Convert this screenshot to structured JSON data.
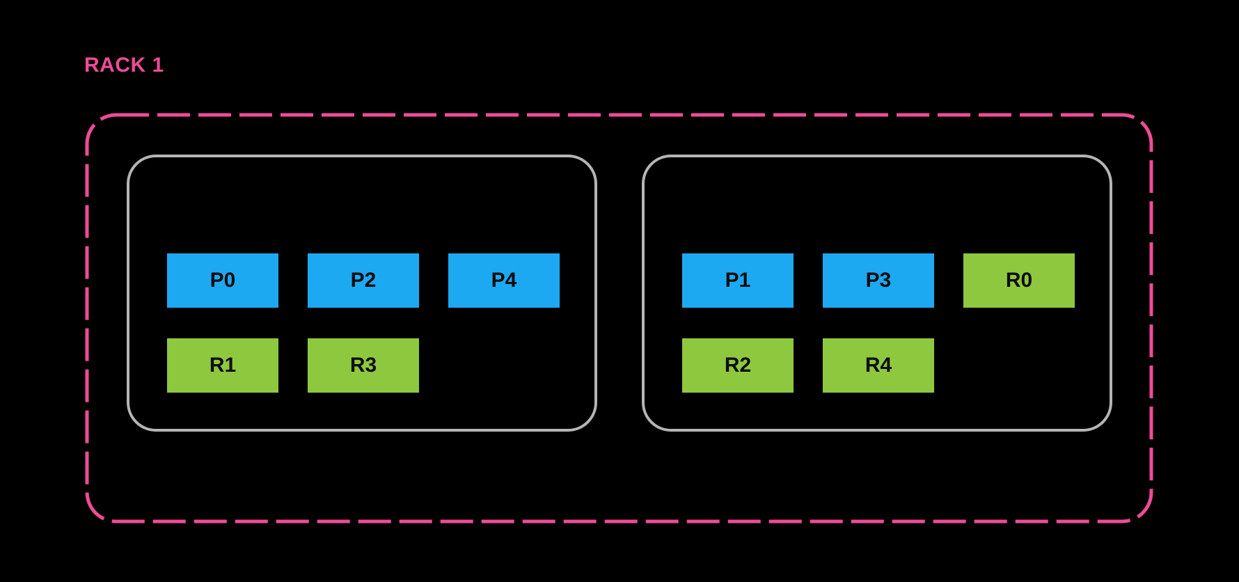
{
  "rack": {
    "label": "RACK 1",
    "nodes": [
      {
        "rows": [
          [
            {
              "label": "P0",
              "type": "primary"
            },
            {
              "label": "P2",
              "type": "primary"
            },
            {
              "label": "P4",
              "type": "primary"
            }
          ],
          [
            {
              "label": "R1",
              "type": "replica"
            },
            {
              "label": "R3",
              "type": "replica"
            }
          ]
        ]
      },
      {
        "rows": [
          [
            {
              "label": "P1",
              "type": "primary"
            },
            {
              "label": "P3",
              "type": "primary"
            },
            {
              "label": "R0",
              "type": "replica"
            }
          ],
          [
            {
              "label": "R2",
              "type": "replica"
            },
            {
              "label": "R4",
              "type": "replica"
            }
          ]
        ]
      }
    ]
  },
  "colors": {
    "background": "#000000",
    "rack_accent": "#ef4b97",
    "primary_shard": "#1da9f2",
    "replica_shard": "#8ec83f",
    "node_border": "#b5b5b5",
    "slot_text": "#0d0d0d"
  }
}
